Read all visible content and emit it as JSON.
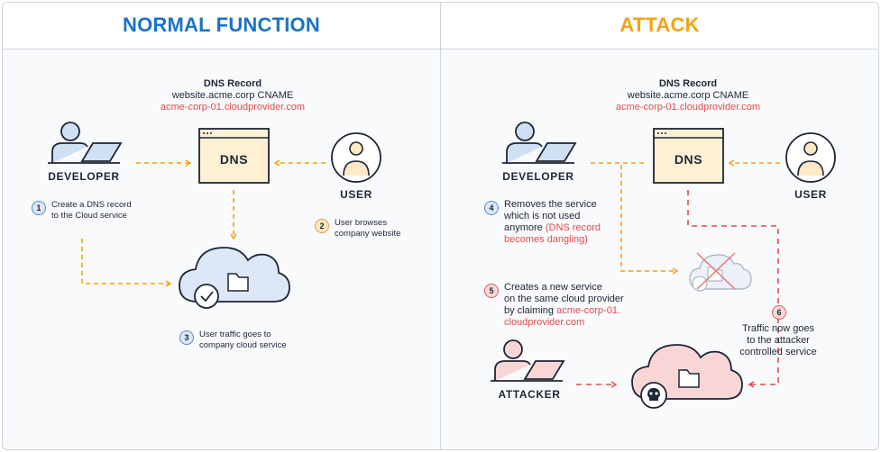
{
  "left": {
    "title": "NORMAL FUNCTION",
    "title_color": "#1a73c8",
    "dns_record": {
      "heading": "DNS Record",
      "line1": "website.acme.corp CNAME",
      "line2": "acme-corp-01.cloudprovider.com"
    },
    "dns_box_label": "DNS",
    "developer_label": "DEVELOPER",
    "user_label": "USER",
    "steps": [
      {
        "num": "1",
        "text_a": "Create a DNS record",
        "text_b": "to the Cloud service"
      },
      {
        "num": "2",
        "text_a": "User browses",
        "text_b": "company website"
      },
      {
        "num": "3",
        "text_a": "User traffic goes to",
        "text_b": "company cloud service"
      }
    ]
  },
  "right": {
    "title": "ATTACK",
    "title_color": "#f4a310",
    "dns_record": {
      "heading": "DNS Record",
      "line1": "website.acme.corp CNAME",
      "line2": "acme-corp-01.cloudprovider.com"
    },
    "dns_box_label": "DNS",
    "developer_label": "DEVELOPER",
    "user_label": "USER",
    "attacker_label": "ATTACKER",
    "step4": {
      "num": "4",
      "l1": "Removes the service",
      "l2": "which is not used",
      "l3a": "anymore ",
      "l3b": "(DNS record",
      "l4": "becomes dangling)"
    },
    "step5": {
      "num": "5",
      "l1": "Creates a new service",
      "l2": "on the same cloud provider",
      "l3a": "by claiming ",
      "l3b": "acme-corp-01.",
      "l4": "cloudprovider.com"
    },
    "step6": {
      "num": "6",
      "l1": "Traffic now goes",
      "l2": "to the attacker",
      "l3": "controlled service"
    }
  },
  "colors": {
    "accent_red": "#e24b4b",
    "arrow_yellow": "#f4a310",
    "arrow_red": "#e24b4b",
    "navy": "#1f2535"
  }
}
